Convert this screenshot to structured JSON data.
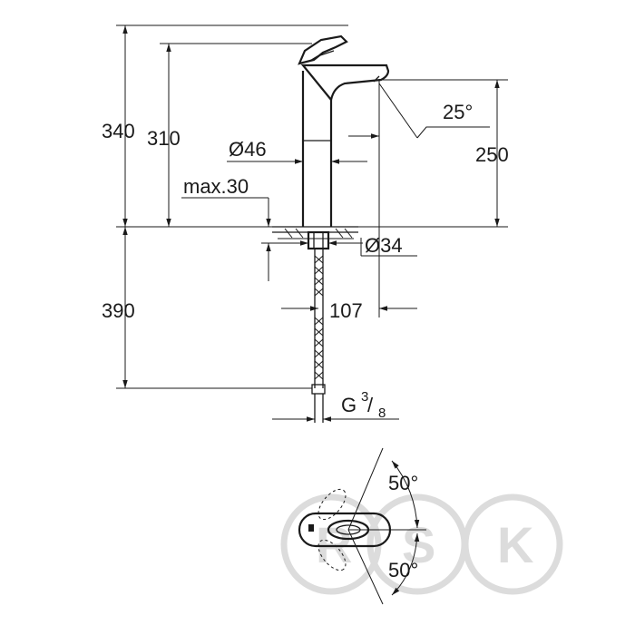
{
  "dimensions": {
    "total_height": "340",
    "spout_height": "310",
    "spout_angle": "25°",
    "outlet_height": "250",
    "body_diameter": "Ø46",
    "deck_thickness": "max.30",
    "hole_diameter": "Ø34",
    "hose_length": "390",
    "reach": "107",
    "connection_main": "G",
    "connection_num": "3",
    "connection_den": "8",
    "handle_angle_top": "50°",
    "handle_angle_bottom": "50°"
  },
  "watermark": {
    "letters": [
      "R",
      "S",
      "K"
    ]
  }
}
